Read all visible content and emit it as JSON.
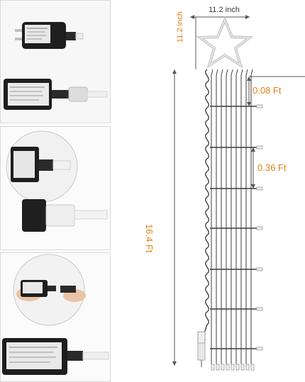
{
  "dimensions": {
    "star_width": "11.2 inch",
    "star_height": "11.2 inch",
    "total_length": "16.4 Ft",
    "gap_small": "0.08 Ft",
    "gap_large": "0.36 Ft"
  },
  "colors": {
    "accent": "#e07f17",
    "wire": "#2b2b2b",
    "panel_border": "#d9d9d9"
  }
}
